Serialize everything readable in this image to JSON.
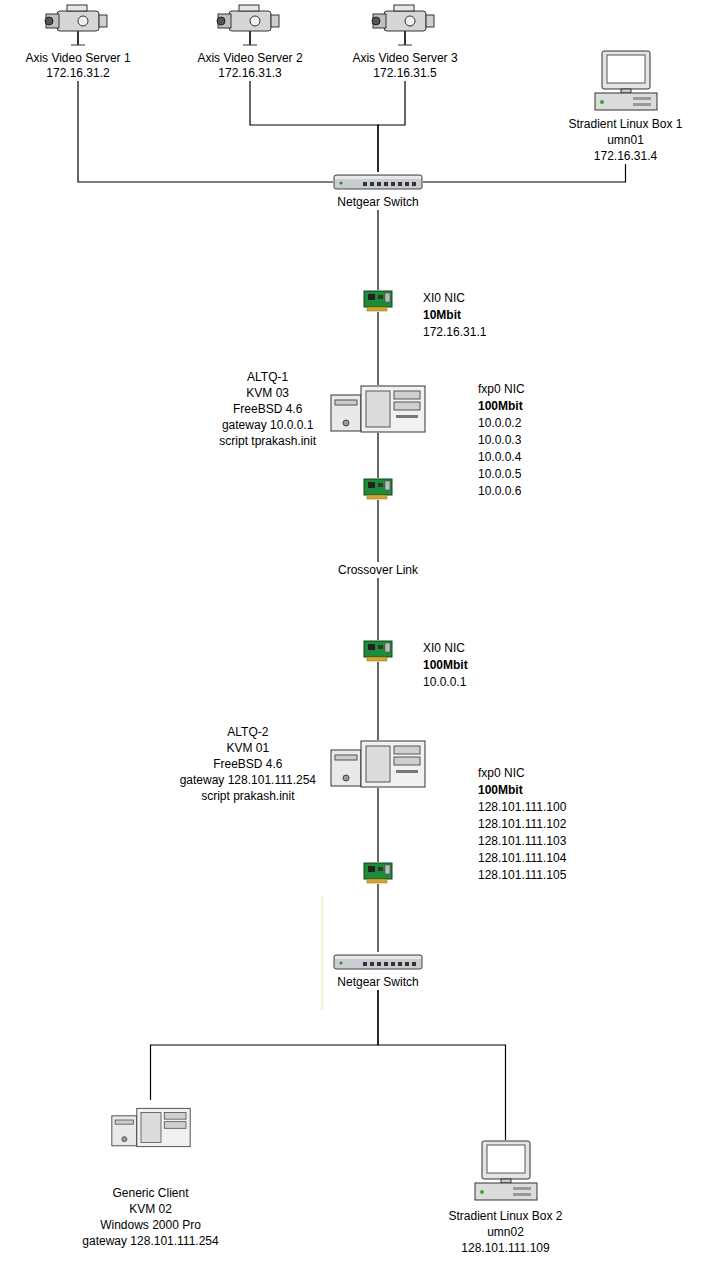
{
  "diagram": {
    "nodes": [
      {
        "text": [
          "Axis Video Server 1",
          "172.16.31.2"
        ]
      },
      {
        "text": [
          "Axis Video Server 2",
          "172.16.31.3"
        ]
      },
      {
        "text": [
          "Axis Video Server 3",
          "172.16.31.5"
        ]
      },
      {
        "text": [
          "Stradient Linux Box 1",
          "umn01",
          "172.16.31.4"
        ]
      },
      {
        "text": [
          "Netgear Switch"
        ]
      },
      {
        "text": [
          "XI0 NIC",
          "10Mbit",
          "172.16.31.1"
        ]
      },
      {
        "text": [
          "ALTQ-1",
          "KVM 03",
          "FreeBSD 4.6",
          "gateway 10.0.0.1",
          "script tprakash.init"
        ]
      },
      {
        "text": [
          "fxp0 NIC",
          "100Mbit",
          "10.0.0.2",
          "10.0.0.3",
          "10.0.0.4",
          "10.0.0.5",
          "10.0.0.6"
        ]
      },
      {
        "text": [
          "XI0 NIC",
          "100Mbit",
          "10.0.0.1"
        ]
      },
      {
        "text": [
          "ALTQ-2",
          "KVM 01",
          "FreeBSD 4.6",
          "gateway 128.101.111.254",
          "script prakash.init"
        ]
      },
      {
        "text": [
          "fxp0 NIC",
          "100Mbit",
          "128.101.111.100",
          "128.101.111.102",
          "128.101.111.103",
          "128.101.111.104",
          "128.101.111.105"
        ]
      },
      {
        "text": [
          "Netgear Switch"
        ]
      },
      {
        "text": [
          "Generic Client",
          "KVM 02",
          "Windows 2000 Pro",
          "gateway 128.101.111.254"
        ]
      },
      {
        "text": [
          "Stradient Linux Box 2",
          "umn02",
          "128.101.111.109"
        ]
      }
    ],
    "edges": [
      {
        "from": 0,
        "to": 4,
        "arrow": "none"
      },
      {
        "from": 1,
        "to": 4,
        "arrow": "none"
      },
      {
        "from": 2,
        "to": 4,
        "arrow": "none"
      },
      {
        "from": 3,
        "to": 4,
        "arrow": "none"
      },
      {
        "from": 4,
        "to": 5,
        "arrow": "none"
      },
      {
        "from": 5,
        "to": 6,
        "arrow": "none"
      },
      {
        "from": 6,
        "to": 7,
        "arrow": "none"
      },
      {
        "from": 7,
        "to": 8,
        "label": "Crossover Link",
        "arrow": "none"
      },
      {
        "from": 8,
        "to": 9,
        "arrow": "none"
      },
      {
        "from": 9,
        "to": 10,
        "arrow": "none"
      },
      {
        "from": 10,
        "to": 11,
        "arrow": "none"
      },
      {
        "from": 11,
        "to": 12,
        "arrow": "none"
      },
      {
        "from": 11,
        "to": 13,
        "arrow": "none"
      }
    ]
  }
}
